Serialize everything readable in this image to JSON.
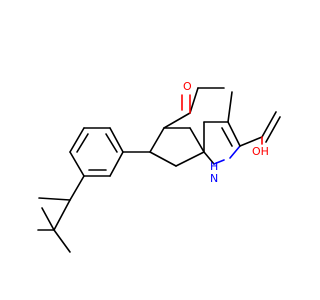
{
  "molecule": {
    "atoms": {
      "ketone_oxygen": "O",
      "acid_hydroxyl": "OH",
      "ring_nitrogen": "H\nN"
    },
    "colors": {
      "bond": "#000000",
      "oxygen": "#ff0000",
      "nitrogen": "#0000ff",
      "background": "#ffffff"
    }
  }
}
